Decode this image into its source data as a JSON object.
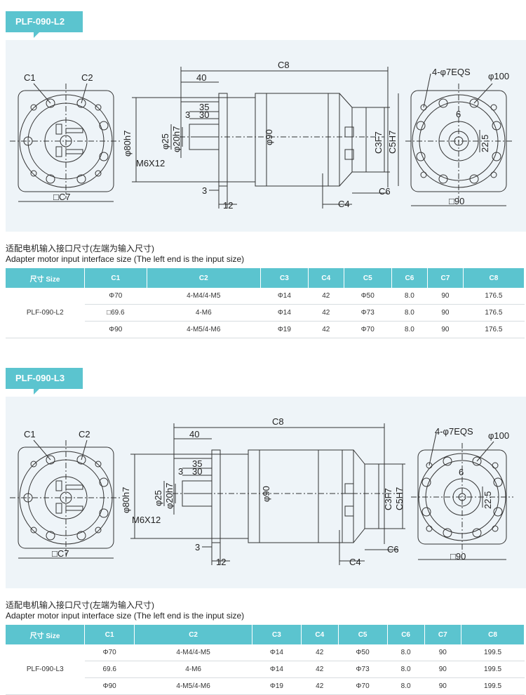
{
  "sections": [
    {
      "tag": "PLF-090-L2",
      "caption_cn": "适配电机输入接口尺寸(左端为输入尺寸)",
      "caption_en": "Adapter motor input interface size (The left end is the input size)",
      "drawing_labels": {
        "c1": "C1",
        "c2": "C2",
        "c7": "□C7",
        "c8": "C8",
        "d40": "40",
        "d35": "35",
        "d30": "30",
        "d3a": "3",
        "phi80": "φ80h7",
        "phi25": "φ25",
        "phi20": "φ20h7",
        "m6": "M6X12",
        "phi90": "φ90",
        "c3": "C3F7",
        "c5": "C5H7",
        "d3b": "3",
        "d12": "12",
        "c4": "C4",
        "c6": "C6",
        "holes": "4-φ7EQS",
        "phi100": "φ100",
        "d6": "6",
        "d225": "22.5",
        "sq90": "□90"
      },
      "table": {
        "headers": [
          "尺寸 Size",
          "C1",
          "C2",
          "C3",
          "C4",
          "C5",
          "C6",
          "C7",
          "C8"
        ],
        "model": "PLF-090-L2",
        "rows": [
          [
            "Φ70",
            "4-M4/4-M5",
            "Φ14",
            "42",
            "Φ50",
            "8.0",
            "90",
            "176.5"
          ],
          [
            "□69.6",
            "4-M6",
            "Φ14",
            "42",
            "Φ73",
            "8.0",
            "90",
            "176.5"
          ],
          [
            "Φ90",
            "4-M5/4-M6",
            "Φ19",
            "42",
            "Φ70",
            "8.0",
            "90",
            "176.5"
          ]
        ]
      }
    },
    {
      "tag": "PLF-090-L3",
      "caption_cn": "适配电机输入接口尺寸(左端为输入尺寸)",
      "caption_en": "Adapter motor input interface size (The left end is the input size)",
      "drawing_labels": {
        "c1": "C1",
        "c2": "C2",
        "c7": "□C7",
        "c8": "C8",
        "d40": "40",
        "d35": "35",
        "d30": "30",
        "d3a": "3",
        "phi80": "φ80h7",
        "phi25": "φ25",
        "phi20": "φ20h7",
        "m6": "M6X12",
        "phi90": "φ90",
        "c3": "C3F7",
        "c5": "C5H7",
        "d3b": "3",
        "d12": "12",
        "c4": "C4",
        "c6": "C6",
        "holes": "4-φ7EQS",
        "phi100": "φ100",
        "d6": "6",
        "d225": "22.5",
        "sq90": "□90"
      },
      "table": {
        "headers": [
          "尺寸 Size",
          "C1",
          "C2",
          "C3",
          "C4",
          "C5",
          "C6",
          "C7",
          "C8"
        ],
        "model": "PLF-090-L3",
        "rows": [
          [
            "Φ70",
            "4-M4/4-M5",
            "Φ14",
            "42",
            "Φ50",
            "8.0",
            "90",
            "199.5"
          ],
          [
            "69.6",
            "4-M6",
            "Φ14",
            "42",
            "Φ73",
            "8.0",
            "90",
            "199.5"
          ],
          [
            "Φ90",
            "4-M5/4-M6",
            "Φ19",
            "42",
            "Φ70",
            "8.0",
            "90",
            "199.5"
          ]
        ]
      }
    }
  ]
}
